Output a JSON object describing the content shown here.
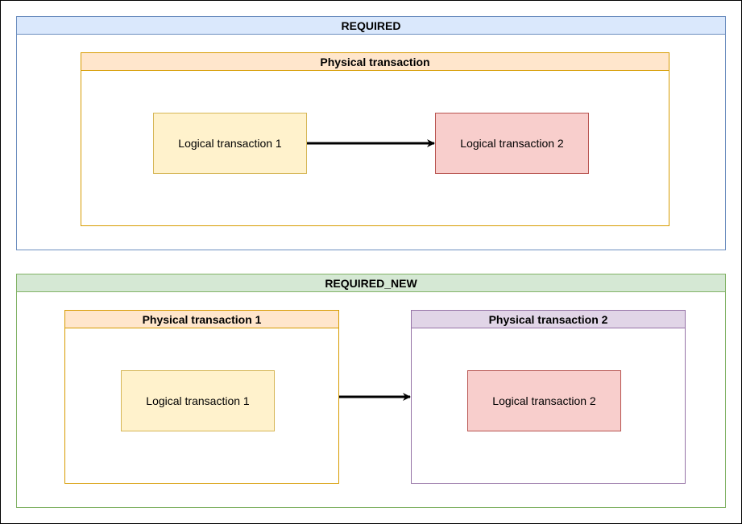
{
  "colors": {
    "required_fill": "#dae8fc",
    "required_stroke": "#6c8ebf",
    "required_new_fill": "#d5e8d4",
    "required_new_stroke": "#82b366",
    "physical_fill": "#ffe6cc",
    "physical_stroke": "#d79b00",
    "physical2_fill": "#e1d5e7",
    "physical2_stroke": "#9673a6",
    "logical1_fill": "#fff2cc",
    "logical1_stroke": "#d6b656",
    "logical2_fill": "#f8cecc",
    "logical2_stroke": "#b85450",
    "arrow": "#000000"
  },
  "required": {
    "title": "REQUIRED",
    "physical": {
      "title": "Physical transaction",
      "logical_1": "Logical transaction 1",
      "logical_2": "Logical transaction 2"
    }
  },
  "required_new": {
    "title": "REQUIRED_NEW",
    "physical_1": {
      "title": "Physical transaction 1",
      "logical": "Logical transaction 1"
    },
    "physical_2": {
      "title": "Physical transaction 2",
      "logical": "Logical transaction 2"
    }
  }
}
